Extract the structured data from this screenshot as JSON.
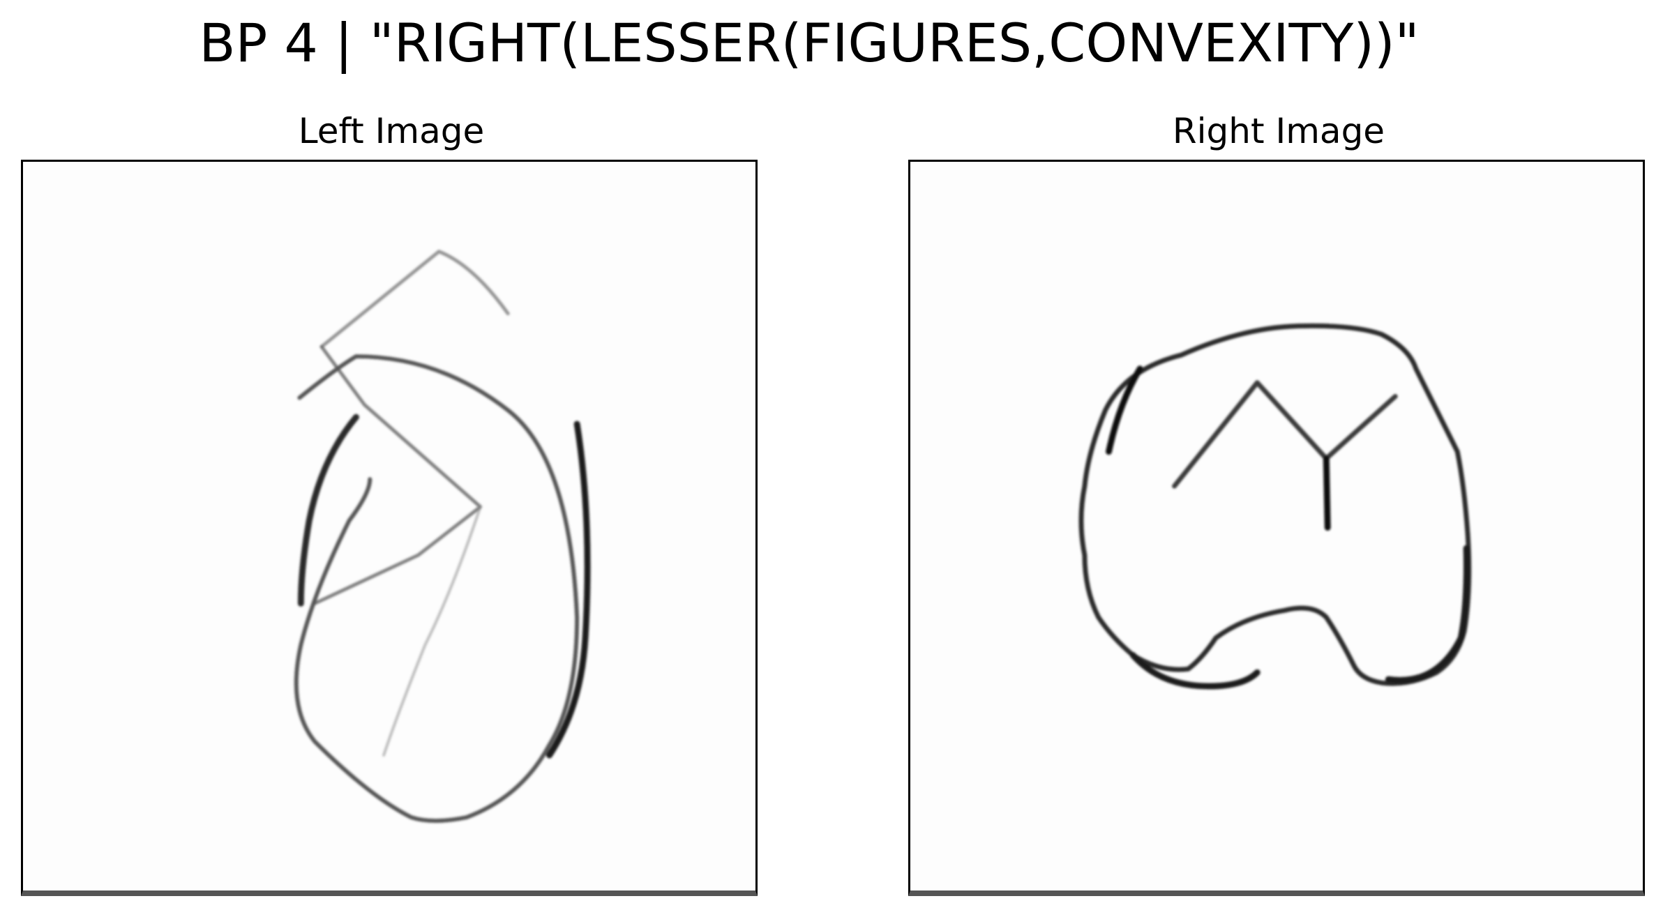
{
  "figure": {
    "title": "BP 4 | \"RIGHT(LESSER(FIGURES,CONVEXITY))\""
  },
  "panels": [
    {
      "title": "Left Image"
    },
    {
      "title": "Right Image"
    }
  ],
  "colors": {
    "background": "#ffffff",
    "stroke": "#000000",
    "frame": "#000000"
  }
}
